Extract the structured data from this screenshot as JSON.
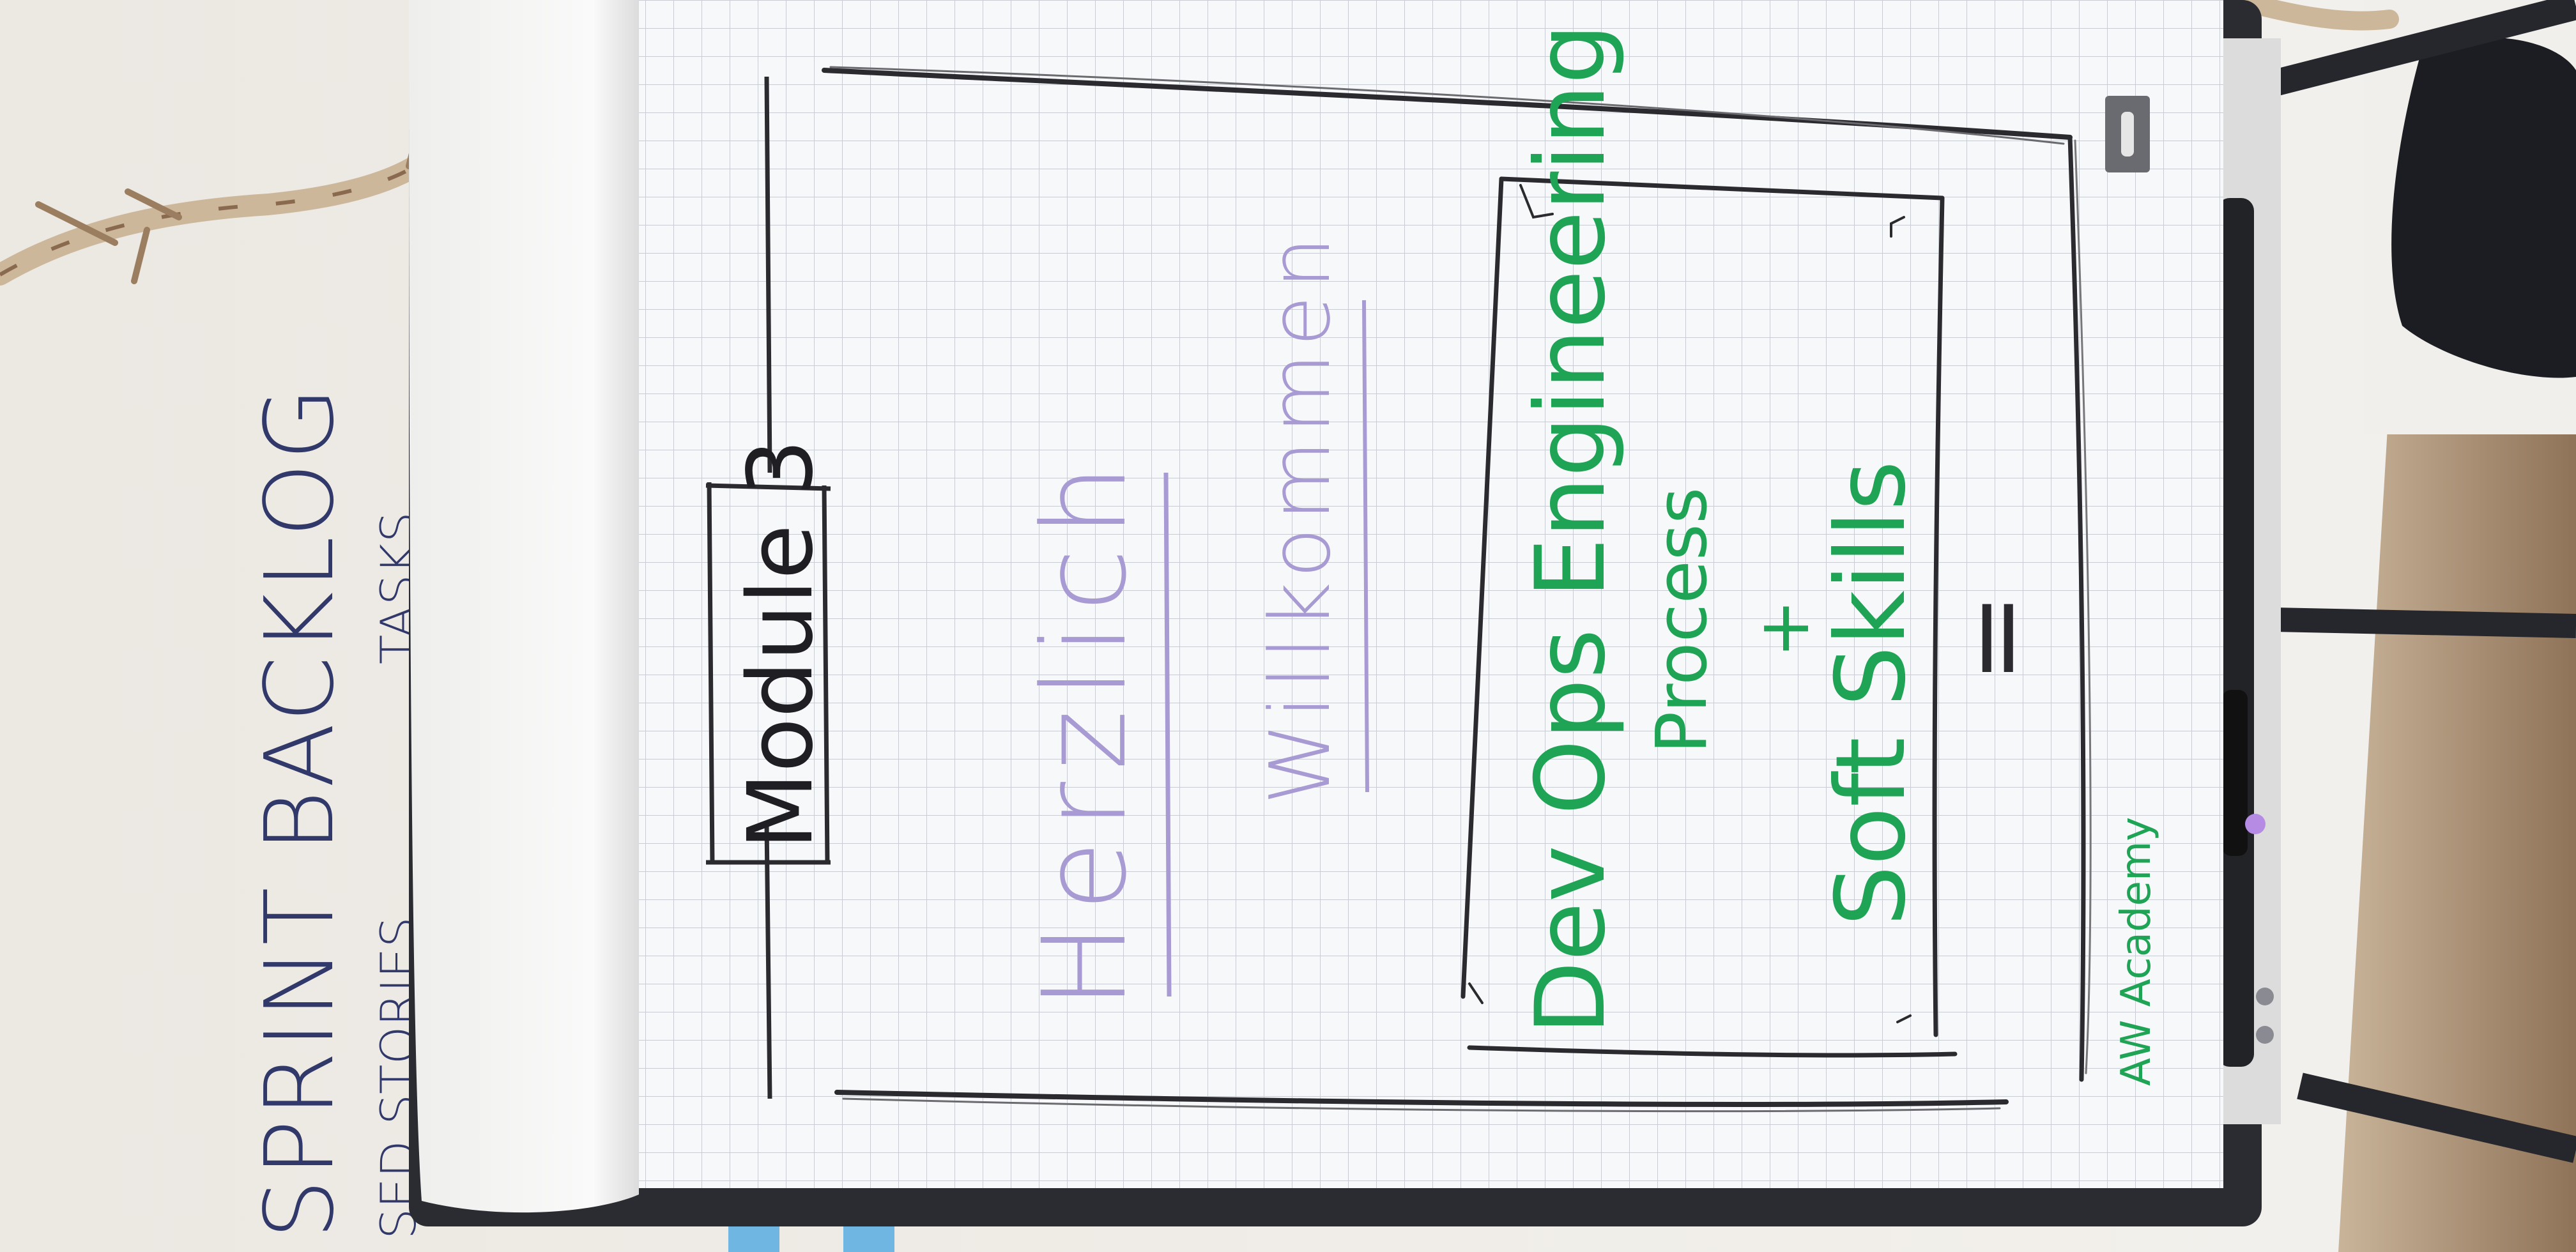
{
  "flipchart": {
    "module_label": "Module 3",
    "greeting_line1": "Herzlich",
    "greeting_line2": "Willkommen",
    "topic_line1": "Dev Ops Engineering",
    "topic_line2": "Process",
    "plus_1": "+",
    "topic_line3": "Soft Skills",
    "equals": "=",
    "signature": "AW Academy"
  },
  "wall_board": {
    "title": "SPRINT BACKLOG",
    "column_1": "SED STORIES",
    "column_2": "TASKS"
  },
  "colors": {
    "paper": "#f7f8fa",
    "grid": "#c9ccd3",
    "black_marker": "#2b2b2f",
    "purple_marker": "#a89ad2",
    "green_marker": "#1fa456",
    "wall": "#ebe7e1",
    "floor": "#a98e72"
  }
}
